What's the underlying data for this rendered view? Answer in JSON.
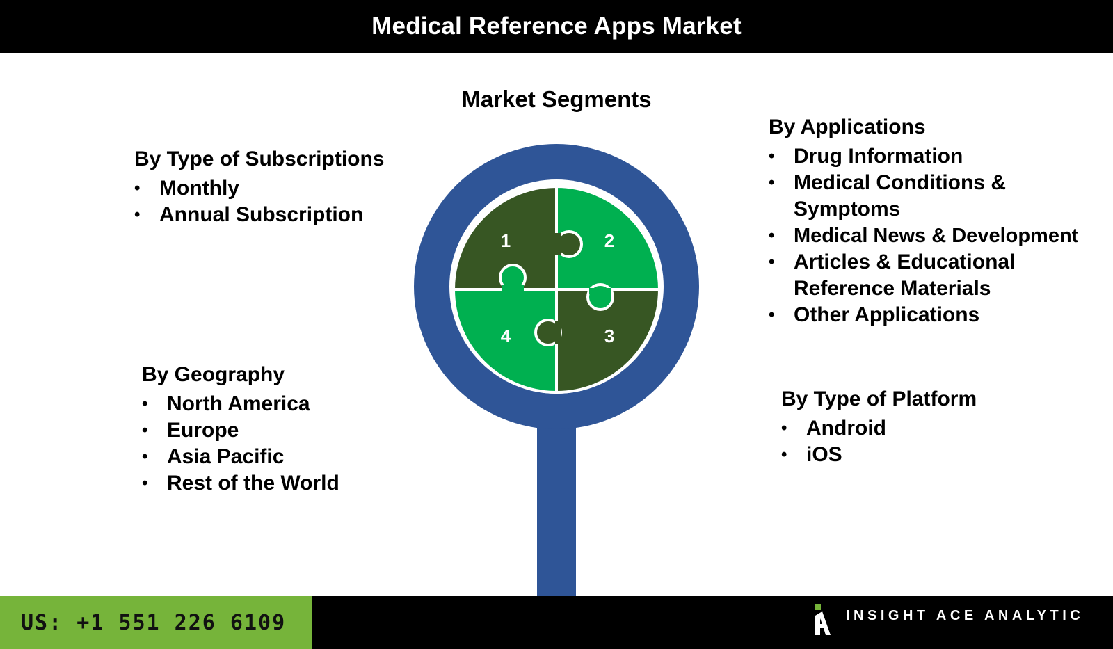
{
  "title": "Medical Reference Apps Market",
  "subtitle": "Market Segments",
  "segments": {
    "subscriptions": {
      "title": "By Type of Subscriptions",
      "items": [
        "Monthly",
        "Annual Subscription"
      ]
    },
    "geography": {
      "title": "By Geography",
      "items": [
        "North America",
        "Europe",
        "Asia Pacific",
        "Rest of the World"
      ]
    },
    "applications": {
      "title": "By Applications",
      "items": [
        "Drug Information",
        "Medical Conditions & Symptoms",
        "Medical News & Development",
        "Articles & Educational Reference Materials",
        "Other Applications"
      ]
    },
    "platform": {
      "title": "By Type of Platform",
      "items": [
        "Android",
        "iOS"
      ]
    }
  },
  "puzzle": {
    "pieces": [
      "1",
      "2",
      "3",
      "4"
    ]
  },
  "footer": {
    "phone": "US:  +1 551 226 6109",
    "brand": "INSIGHT ACE ANALYTIC"
  },
  "colors": {
    "header_bg": "#000000",
    "magnifier_blue": "#2f5597",
    "puzzle_dark_green": "#375623",
    "puzzle_light_green": "#00b050",
    "footer_green": "#76b43a"
  },
  "icons": [
    "magnifying-glass-icon",
    "puzzle-icon",
    "insight-ace-logo-icon"
  ]
}
